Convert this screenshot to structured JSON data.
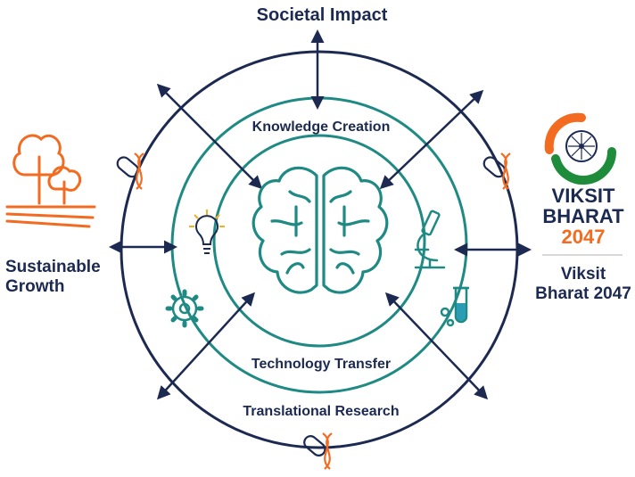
{
  "colors": {
    "navy": "#1c2a52",
    "teal": "#1f8a84",
    "orange": "#f36b21",
    "green": "#1e8c3a"
  },
  "labels": {
    "outer_top": "Societal Impact",
    "knowledge": "Knowledge Creation",
    "technology": "Technology Transfer",
    "translational": "Translational Research",
    "left_line1": "Sustainable",
    "left_line2": "Growth",
    "right_line1": "Viksit",
    "right_line2": "Bharat 2047"
  },
  "logo": {
    "word1": "VIKSIT",
    "word2": "BHARAT",
    "year": "2047"
  },
  "icons": {
    "center": "brain-icon",
    "bulb": "lightbulb-icon",
    "gear": "gear-icon",
    "microscope": "microscope-icon",
    "flask": "test-tube-icon",
    "dna": "dna-pill-icon",
    "tree": "tree-landscape-icon"
  }
}
